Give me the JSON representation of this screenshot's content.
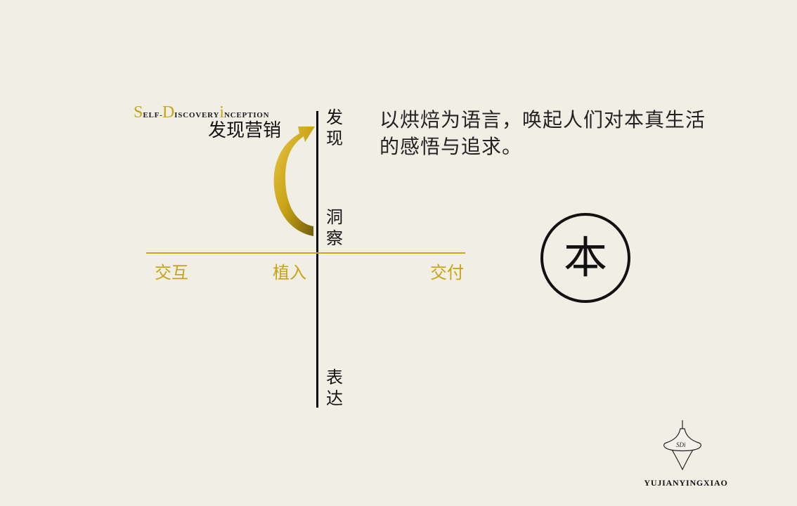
{
  "brand": {
    "s_cap": "S",
    "s_rest": "elf",
    "dash": "-",
    "d_cap": "D",
    "d_rest": "iscovery",
    "i_cap": "i",
    "i_rest": "nception",
    "subtitle": "发现营销"
  },
  "axis_labels": {
    "top_1": "发",
    "top_2": "现",
    "middle_1": "洞",
    "middle_2": "察",
    "bottom_1": "表",
    "bottom_2": "达",
    "left": "交互",
    "center": "植入",
    "right": "交付"
  },
  "quote": {
    "line1": "以烘焙为语言，唤起人们对本真生活",
    "line2": "的感悟与追求。"
  },
  "seal": {
    "char": "本"
  },
  "logo": {
    "mark": "SDi",
    "caption": "YUJIANYINGXIAO"
  },
  "colors": {
    "background": "#f1eee6",
    "gold": "#c9a416",
    "ink": "#111111"
  },
  "icons": {
    "arrow": "curved-arrow-icon",
    "logo": "spinning-top-icon"
  }
}
